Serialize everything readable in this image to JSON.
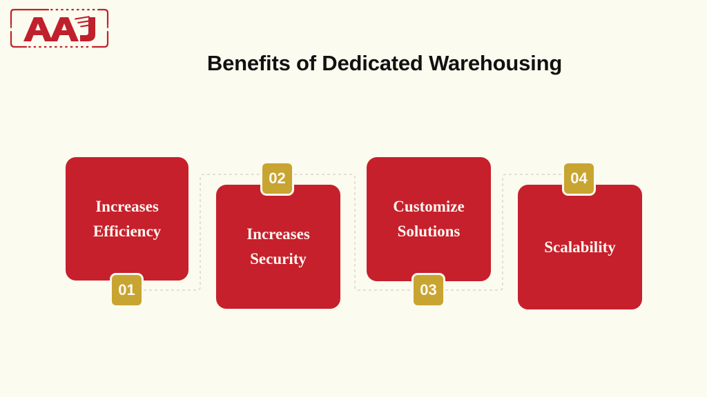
{
  "background_color": "#fbfbef",
  "logo": {
    "name": "AAJ",
    "text": "AAJ",
    "color": "#c0202b",
    "frame_style": "dashed-rounded-rectangle"
  },
  "header": {
    "title": "Benefits of Dedicated Warehousing",
    "title_color": "#111111"
  },
  "diagram": {
    "type": "numbered-step-cards",
    "card_color": "#c6202c",
    "badge_color": "#c8a431",
    "badge_border_color": "#fbfbef",
    "label_color": "#fdf6f0",
    "connector_color": "#d8d8cc",
    "connector_style": "dashed",
    "cards": [
      {
        "number": "01",
        "label": "Increases\nEfficiency",
        "badge_position": "bottom"
      },
      {
        "number": "02",
        "label": "Increases\nSecurity",
        "badge_position": "top"
      },
      {
        "number": "03",
        "label": "Customize\nSolutions",
        "badge_position": "bottom"
      },
      {
        "number": "04",
        "label": "Scalability",
        "badge_position": "top"
      }
    ]
  }
}
